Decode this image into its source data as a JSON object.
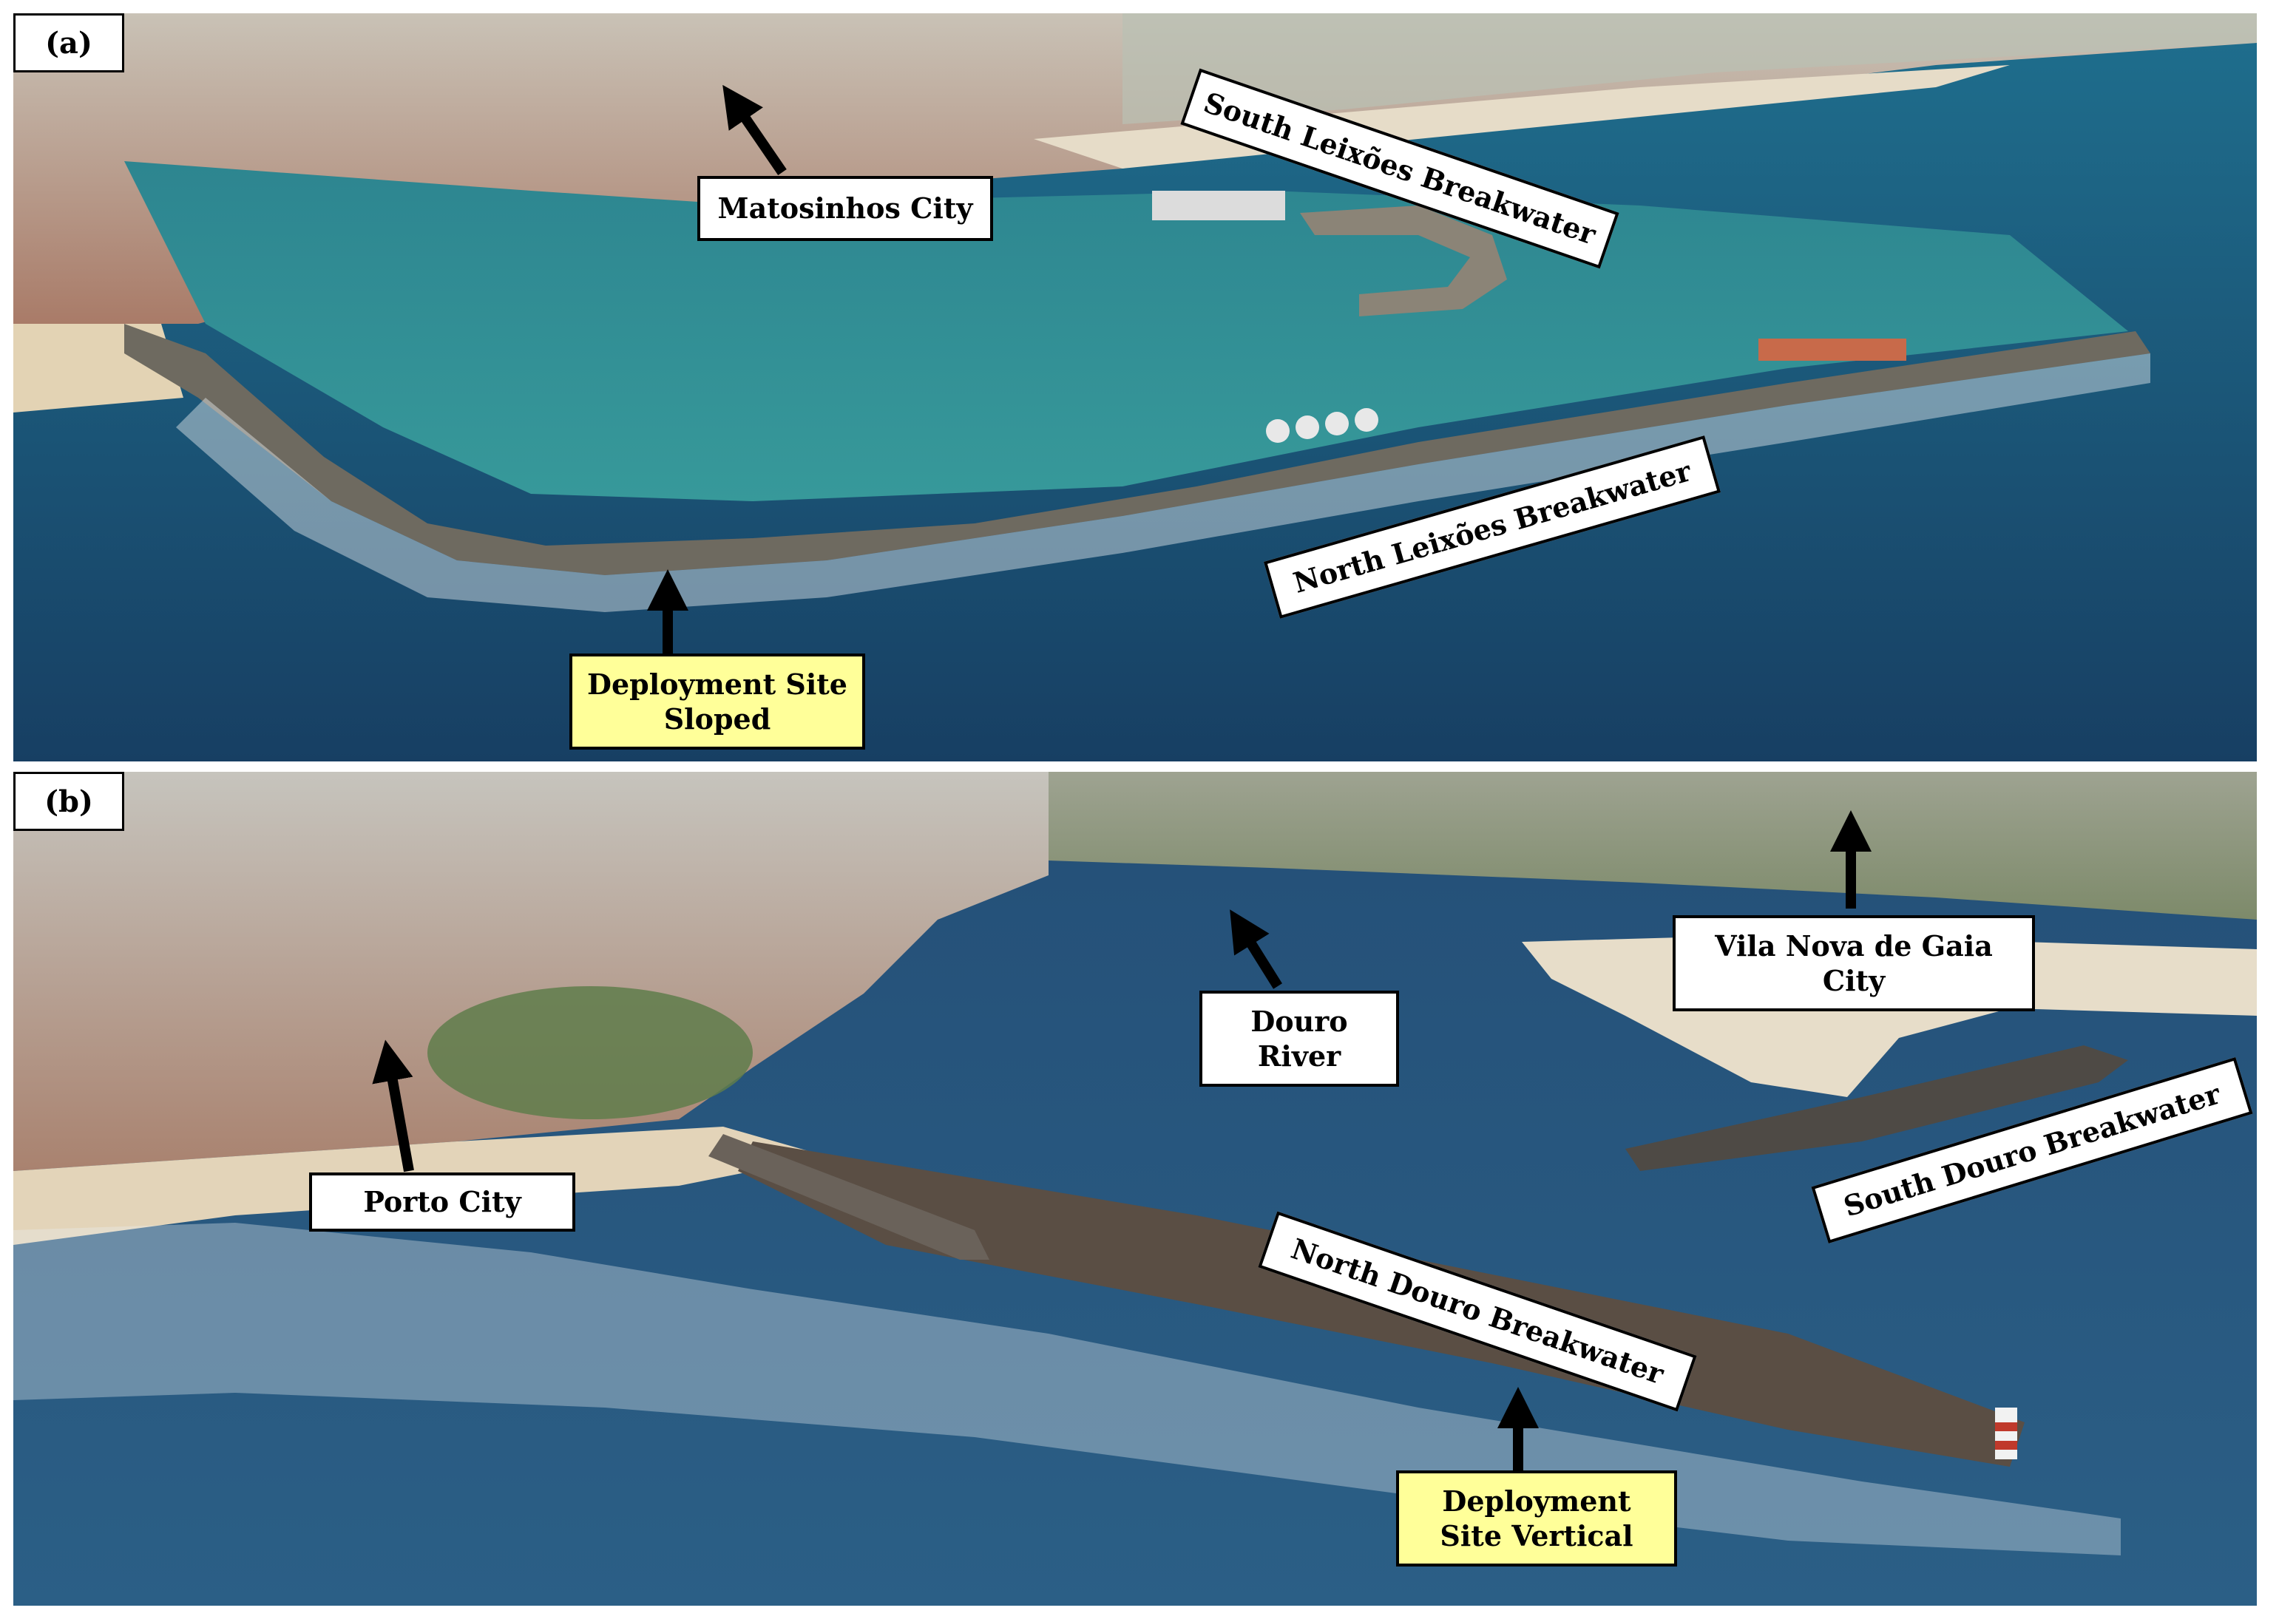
{
  "panels": [
    {
      "label": "(a)",
      "annotations": {
        "matosinhos": "Matosinhos City",
        "south_leixoes": "South Leixões Breakwater",
        "north_leixoes": "North Leixões Breakwater",
        "deployment_line1": "Deployment Site",
        "deployment_line2": "Sloped"
      }
    },
    {
      "label": "(b)",
      "annotations": {
        "douro_line1": "Douro",
        "douro_line2": "River",
        "gaia_line1": "Vila Nova de Gaia",
        "gaia_line2": "City",
        "porto": "Porto City",
        "south_douro": "South Douro Breakwater",
        "north_douro": "North Douro Breakwater",
        "deployment_line1": "Deployment",
        "deployment_line2": "Site Vertical"
      }
    }
  ],
  "colors": {
    "sea_deep": "#1d4d72",
    "sea_harbor": "#2f8a93",
    "city": "#b58a78",
    "sand": "#e6dcc8",
    "callout_highlight": "#ffff99"
  }
}
